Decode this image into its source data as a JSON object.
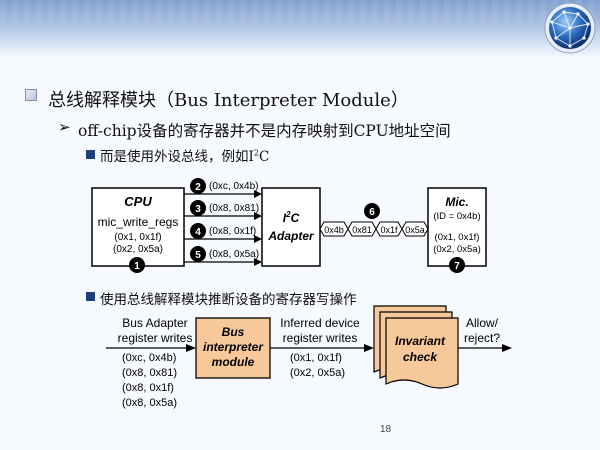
{
  "slide": {
    "title": "总线解释模块（Bus Interpreter Module）",
    "point1": "off-chip设备的寄存器并不是内存映射到CPU地址空间",
    "point2_prefix": "而是使用外设总线，例如I",
    "point2_sup": "2",
    "point2_suffix": "C",
    "point3": "使用总线解释模块推断设备的寄存器写操作",
    "page_number": "18"
  },
  "diagram_top": {
    "cpu": {
      "title": "CPU",
      "func": "mic_write_regs",
      "args": [
        "(0x1, 0x1f)",
        "(0x2, 0x5a)"
      ],
      "marker": "1"
    },
    "transactions": [
      {
        "marker": "2",
        "label": "(0xc, 0x4b)"
      },
      {
        "marker": "3",
        "label": "(0x8, 0x81)"
      },
      {
        "marker": "4",
        "label": "(0x8, 0x1f)"
      },
      {
        "marker": "5",
        "label": "(0x8, 0x5a)"
      }
    ],
    "adapter": {
      "line1_prefix": "I",
      "line1_sup": "2",
      "line1_suffix": "C",
      "line2": "Adapter"
    },
    "bus_marker": "6",
    "bus_bytes": [
      "0x4b",
      "0x81",
      "0x1f",
      "0x5a"
    ],
    "mic": {
      "title": "Mic.",
      "id": "(ID = 0x4b)",
      "regs": [
        "(0x1, 0x1f)",
        "(0x2, 0x5a)"
      ],
      "marker": "7"
    }
  },
  "diagram_bottom": {
    "input_label": [
      "Bus Adapter",
      "register writes"
    ],
    "input_writes": [
      "(0xc, 0x4b)",
      "(0x8, 0x81)",
      "(0x8, 0x1f)",
      "(0x8, 0x5a)"
    ],
    "module_label": [
      "Bus",
      "interpreter",
      "module"
    ],
    "inferred_label": [
      "Inferred device",
      "register writes"
    ],
    "inferred_writes": [
      "(0x1, 0x1f)",
      "(0x2, 0x5a)"
    ],
    "invariant_label": [
      "Invariant",
      "check"
    ],
    "result_label": [
      "Allow/",
      "reject?"
    ]
  },
  "colors": {
    "accent_orange": "#f7c89a",
    "marker_fill": "#000000",
    "text": "#111111"
  }
}
